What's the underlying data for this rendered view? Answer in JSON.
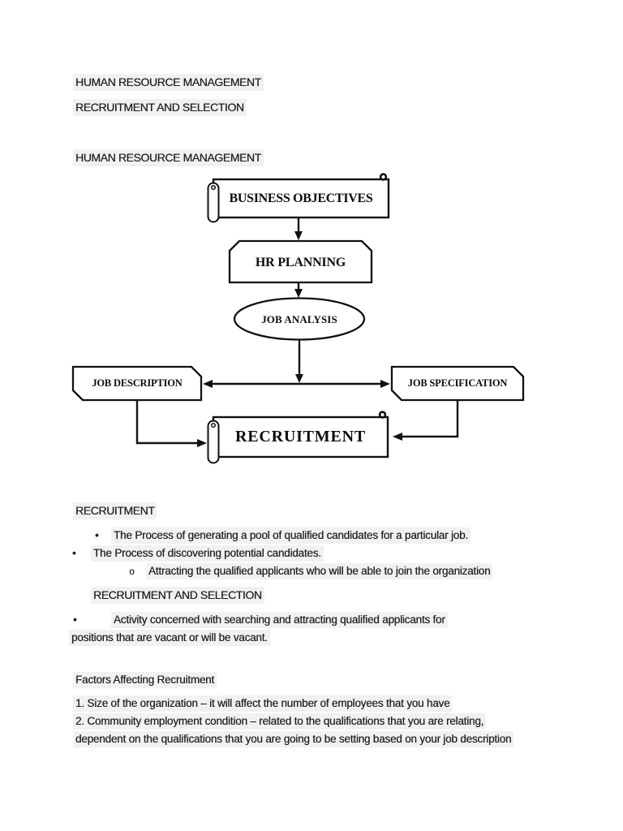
{
  "colors": {
    "highlight": "#f1f1f1",
    "text": "#1f1f1f",
    "diagram_line": "#111111"
  },
  "intro": {
    "line1": "HUMAN RESOURCE MANAGEMENT",
    "line2": "RECRUITMENT AND SELECTION",
    "line3": "HUMAN RESOURCE MANAGEMENT"
  },
  "marks": {
    "bullet": "•",
    "circle": "o"
  },
  "flowchart": {
    "nodes": [
      {
        "id": "business-objectives",
        "shape": "horizontal-scroll",
        "label": "BUSINESS OBJECTIVES"
      },
      {
        "id": "hr-planning",
        "shape": "snip-top-corners-rectangle",
        "label": "HR PLANNING"
      },
      {
        "id": "job-analysis",
        "shape": "ellipse",
        "label": "JOB ANALYSIS"
      },
      {
        "id": "job-description",
        "shape": "snip-diagonal-rectangle",
        "label": "JOB DESCRIPTION"
      },
      {
        "id": "job-specification",
        "shape": "snip-diagonal-rectangle",
        "label": "JOB SPECIFICATION"
      },
      {
        "id": "recruitment",
        "shape": "horizontal-scroll",
        "label": "RECRUITMENT"
      }
    ],
    "edges": [
      {
        "from": "business-objectives",
        "to": "hr-planning"
      },
      {
        "from": "hr-planning",
        "to": "job-analysis"
      },
      {
        "from": "job-analysis",
        "to": "job-description"
      },
      {
        "from": "job-analysis",
        "to": "job-specification"
      },
      {
        "from": "job-description",
        "to": "recruitment"
      },
      {
        "from": "job-specification",
        "to": "recruitment"
      }
    ]
  },
  "recruitment_section": {
    "heading": "RECRUITMENT",
    "bullet1": "The Process of generating a pool of qualified candidates for a particular job.",
    "bullet2": "The Process of discovering potential candidates.",
    "sub_bullet": "Attracting the qualified applicants who will be able to join the organization"
  },
  "selection_section": {
    "heading": "RECRUITMENT AND SELECTION",
    "bullet_line1": "Activity concerned with searching and attracting qualified applicants for",
    "bullet_line2": "positions that are vacant or will be vacant."
  },
  "factors_section": {
    "heading": "Factors Affecting Recruitment",
    "item1": "1. Size of the organization – it will affect the number of employees that you have",
    "item2_line1": "2. Community employment condition – related to the qualifications that you are relating,",
    "item2_line2": "dependent on the qualifications that you are going to be setting based on your job description"
  }
}
